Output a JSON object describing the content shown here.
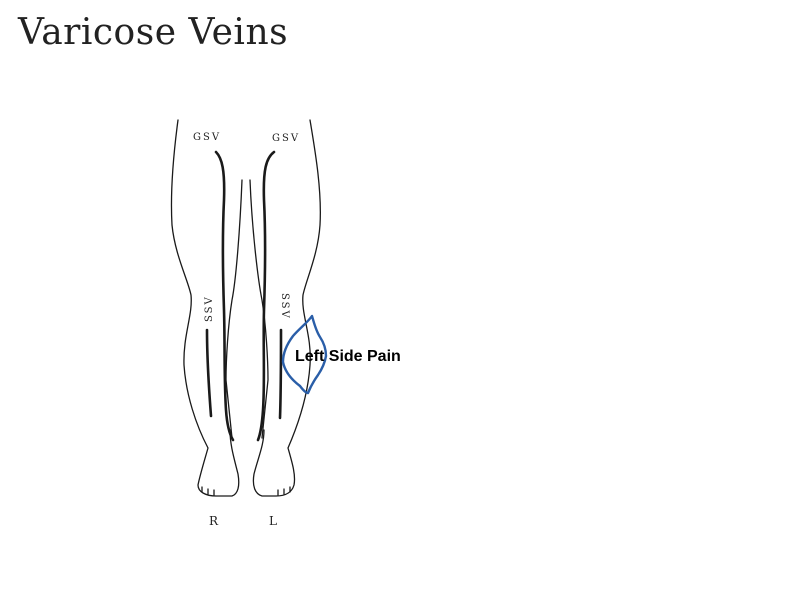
{
  "title": "Varicose Veins",
  "diagram": {
    "labels": {
      "gsv_right": "GSV",
      "gsv_left": "GSV",
      "ssv_right": "SSV",
      "ssv_left": "SSV",
      "side_right": "R",
      "side_left": "L"
    },
    "annotation": {
      "text": "Left Side Pain",
      "color": "#2a5ea8"
    }
  }
}
